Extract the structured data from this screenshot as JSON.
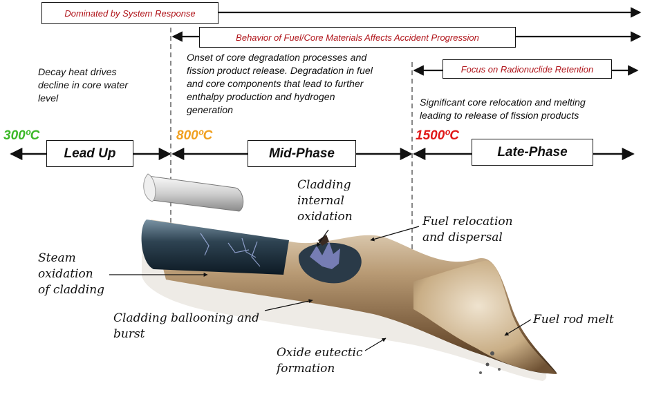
{
  "banners": {
    "system_response": "Dominated by System Response",
    "fuel_core": "Behavior of Fuel/Core Materials Affects Accident Progression",
    "radionuclide": "Focus on Radionuclide Retention"
  },
  "descriptions": {
    "lead_up": [
      "Decay heat drives",
      "decline in core water",
      "level"
    ],
    "mid_phase": [
      "Onset of core degradation processes and",
      "fission product release. Degradation in fuel",
      "and core components that lead to further",
      "enthalpy production and hydrogen",
      "generation"
    ],
    "late_phase": [
      "Significant core relocation and melting",
      "leading to release of fission products"
    ]
  },
  "temperatures": [
    {
      "label": "300ºC",
      "color": "#3cb828"
    },
    {
      "label": "800ºC",
      "color": "#f0a020"
    },
    {
      "label": "1500ºC",
      "color": "#e01818"
    }
  ],
  "phases": [
    "Lead Up",
    "Mid-Phase",
    "Late-Phase"
  ],
  "callouts": {
    "cladding_internal_oxidation": [
      "Cladding",
      "internal",
      "oxidation"
    ],
    "fuel_relocation": [
      "Fuel relocation",
      "and dispersal"
    ],
    "steam_oxidation": [
      "Steam",
      "oxidation",
      "of cladding"
    ],
    "cladding_ballooning": [
      "Cladding ballooning and",
      "burst"
    ],
    "oxide_eutectic": [
      "Oxide eutectic",
      "formation"
    ],
    "fuel_rod_melt": [
      "Fuel rod melt"
    ]
  },
  "colors": {
    "banner_text": "#b0141a",
    "line": "#111111",
    "divider": "#888888"
  }
}
